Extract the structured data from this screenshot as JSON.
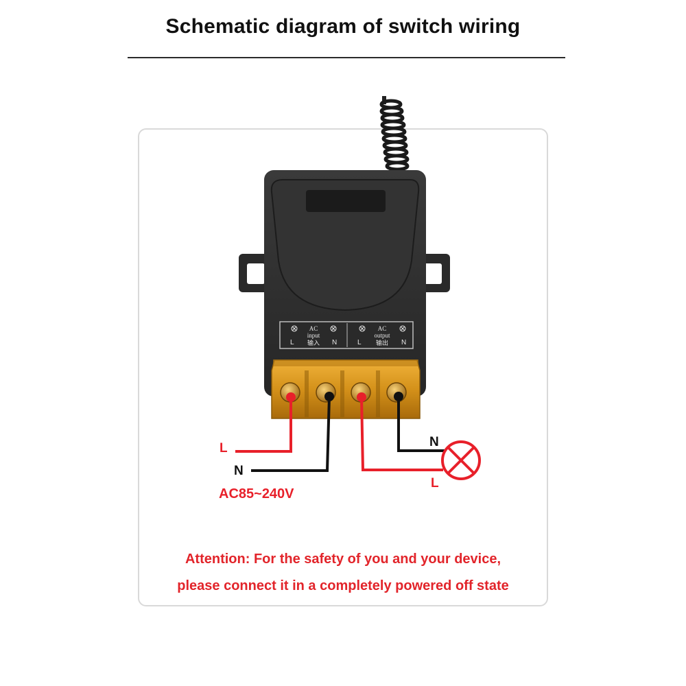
{
  "title": "Schematic diagram of switch wiring",
  "device": {
    "terminal_labels": {
      "input_ac": "AC",
      "input_en": "input",
      "input_cn": "输入",
      "output_ac": "AC",
      "output_en": "output",
      "output_cn": "输出",
      "l1": "L",
      "n1": "N",
      "l2": "L",
      "n2": "N"
    }
  },
  "wiring": {
    "source_l": "L",
    "source_n": "N",
    "voltage": "AC85~240V",
    "load_n": "N",
    "load_l": "L"
  },
  "attention": {
    "line1": "Attention: For the safety of you and your device,",
    "line2": "please connect it in a completely powered off state"
  },
  "colors": {
    "live_wire": "#e8202a",
    "neutral_wire": "#111111",
    "device_body": "#2b2b2b",
    "terminal_block": "#d99a1a",
    "warning_text": "#e2242a"
  }
}
